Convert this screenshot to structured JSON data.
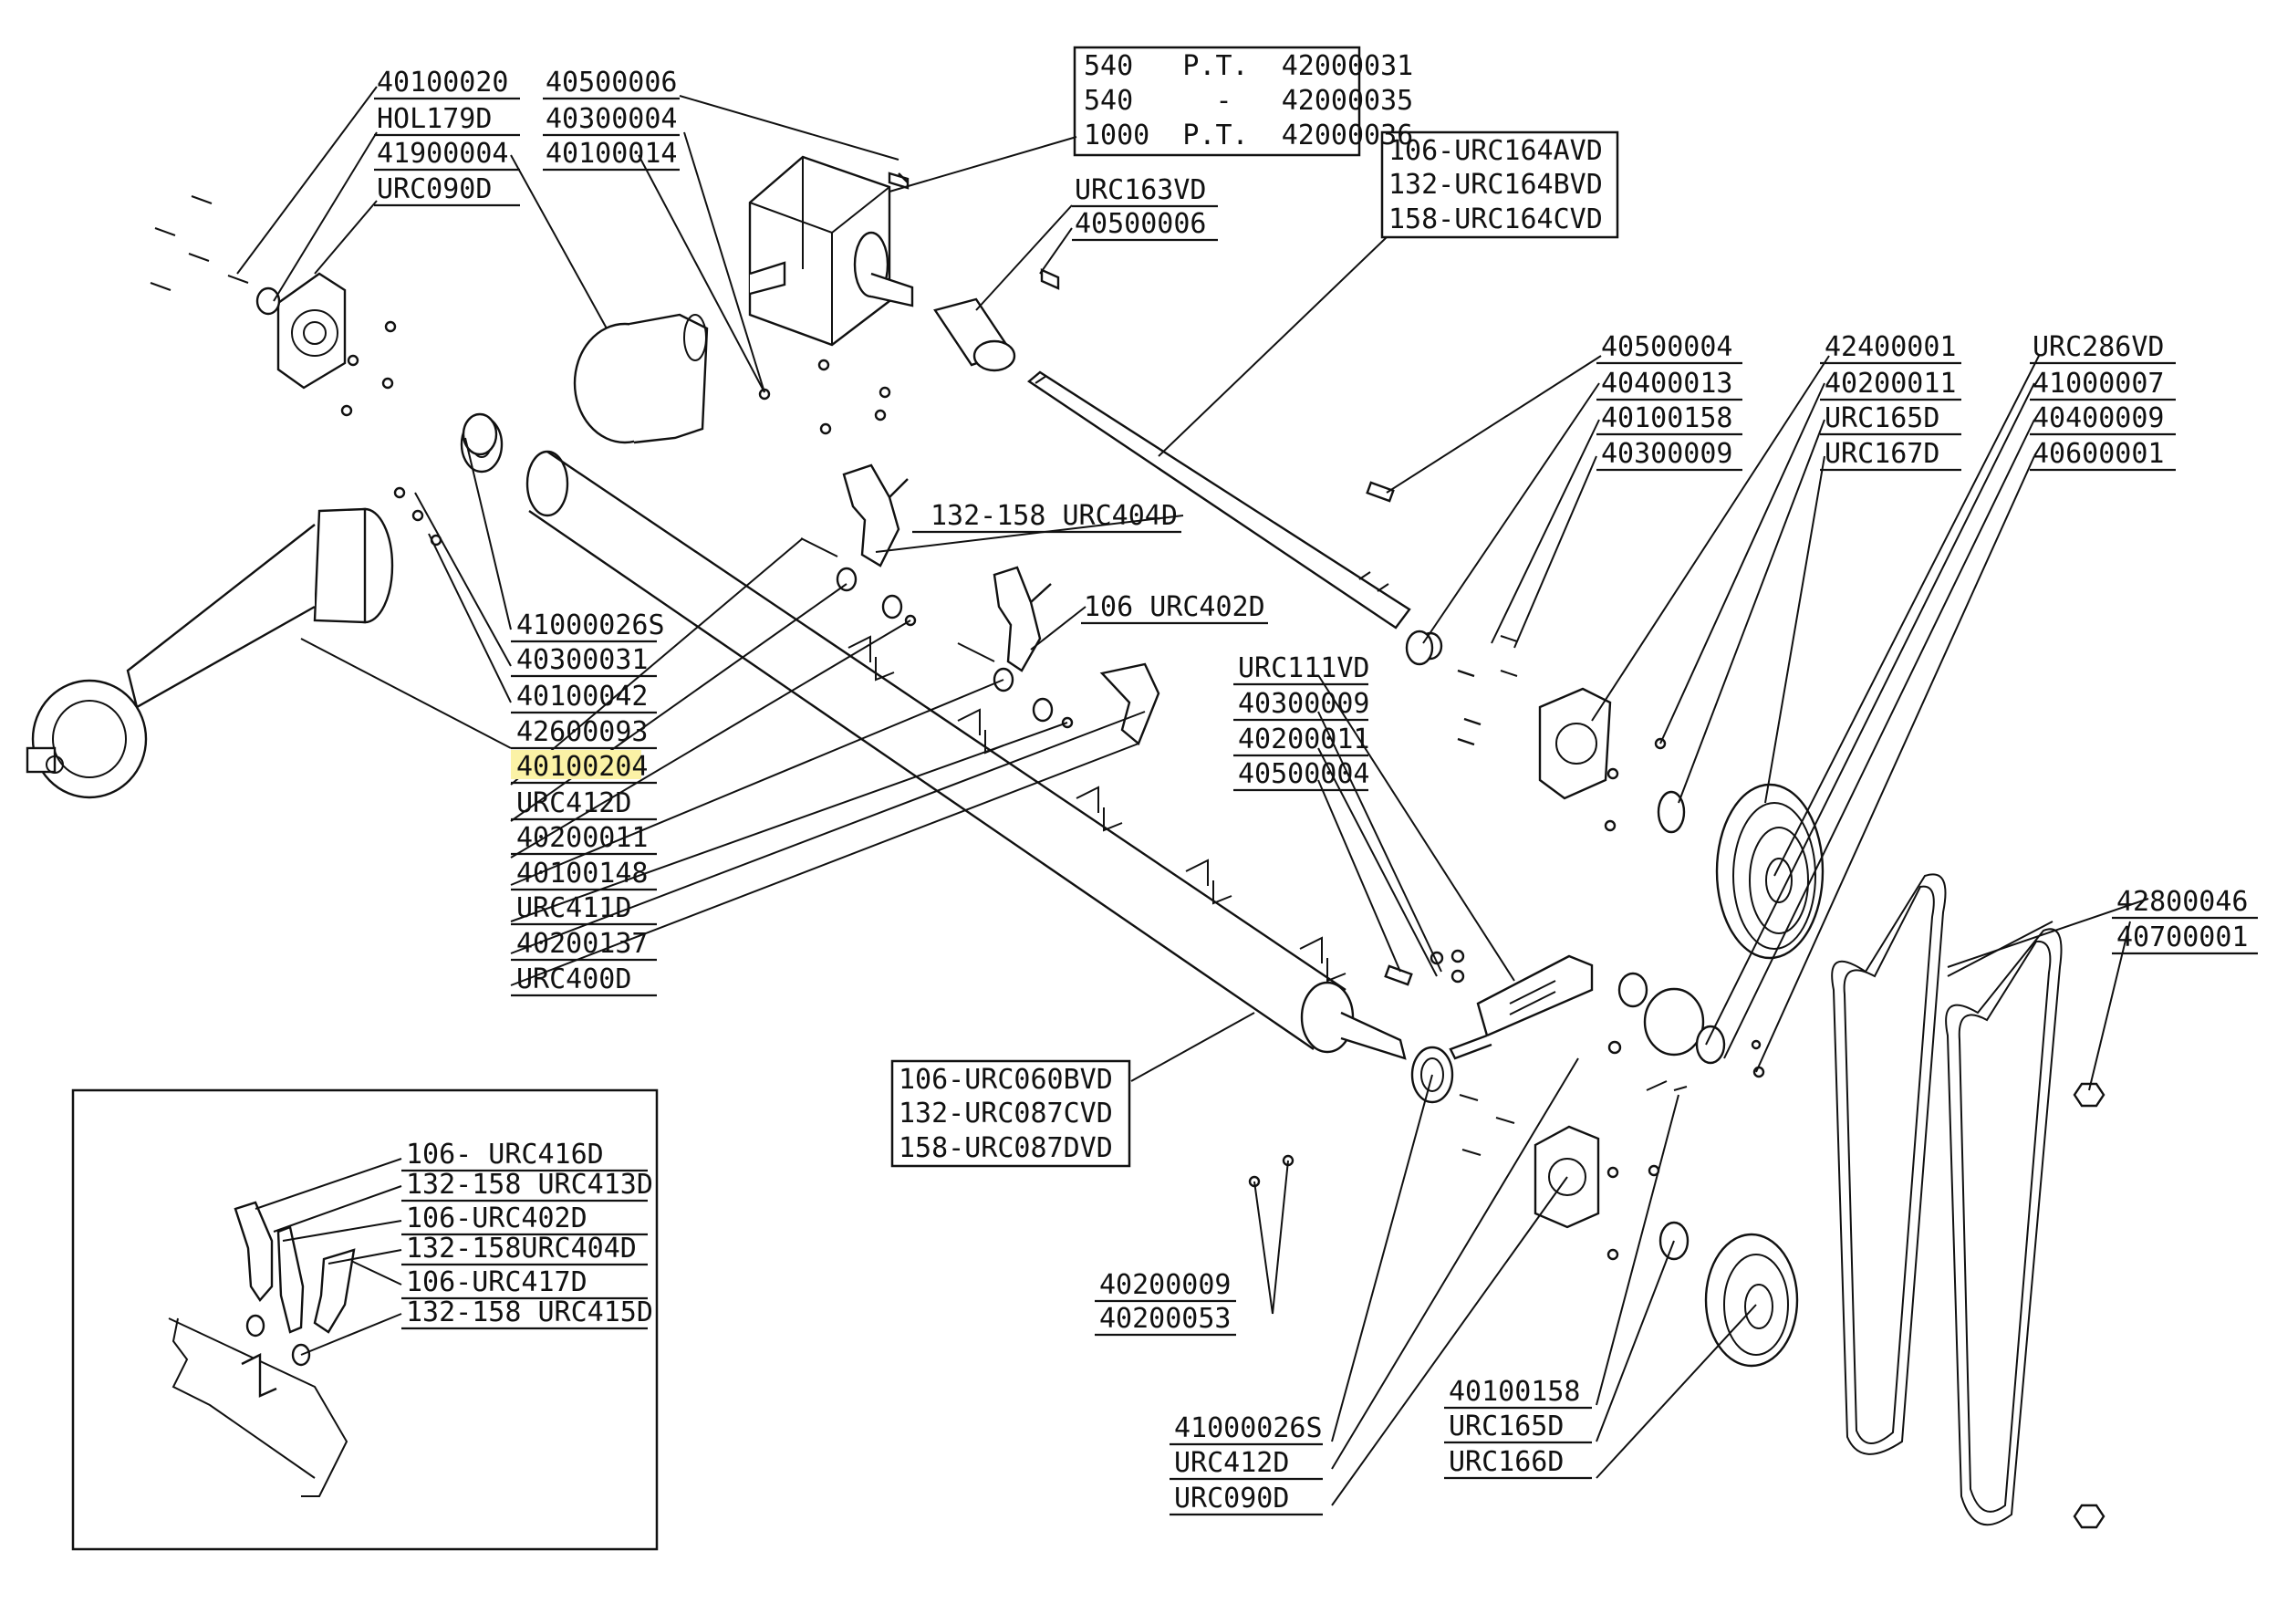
{
  "title": "",
  "labels": {
    "l1": "40100020",
    "l2": "HOL179D",
    "l3": "41900004",
    "l4": "URC090D",
    "l5": "40500006",
    "l6": "40300004",
    "l7": "40100014",
    "l8": "URC163VD",
    "l9": "40500006",
    "l10": "40500004",
    "l11": "40400013",
    "l12": "40100158",
    "l13": "40300009",
    "l14": "42400001",
    "l15": "40200011",
    "l16": "URC165D",
    "l17": "URC167D",
    "l18": "URC286VD",
    "l19": "41000007",
    "l20": "40400009",
    "l21": "40600001",
    "l22": "132-158 URC404D",
    "l23": "106 URC402D",
    "l24": "41000026S",
    "l25": "40300031",
    "l26": "40100042",
    "l27": "42600093",
    "l28": "40100204",
    "l29": "URC412D",
    "l30": "40200011",
    "l31": "40100148",
    "l32": "URC411D",
    "l33": "40200137",
    "l34": "URC400D",
    "l35": "URC111VD",
    "l36": "40300009",
    "l37": "40200011",
    "l38": "40500004",
    "l39": "42800046",
    "l40": "40700001",
    "l41": "40200009",
    "l42": "40200053",
    "l43": "41000026S",
    "l44": "URC412D",
    "l45": "URC090D",
    "l46": "40100158",
    "l47": "URC165D",
    "l48": "URC166D"
  },
  "boxes": {
    "gearbox": [
      "540   P.T.  42000031",
      "540     -   42000035",
      "1000  P.T.  42000036"
    ],
    "shaft": [
      "106-URC164AVD",
      "132-URC164BVD",
      "158-URC164CVD"
    ],
    "rotor": [
      "106-URC060BVD",
      "132-URC087CVD",
      "158-URC087DVD"
    ]
  },
  "inset": {
    "labels": [
      "106- URC416D",
      "132-158 URC413D",
      "106-URC402D",
      "132-158URC404D",
      "106-URC417D",
      "132-158 URC415D"
    ]
  },
  "highlight": {
    "part": "40100204",
    "color": "#fbf2a6"
  }
}
